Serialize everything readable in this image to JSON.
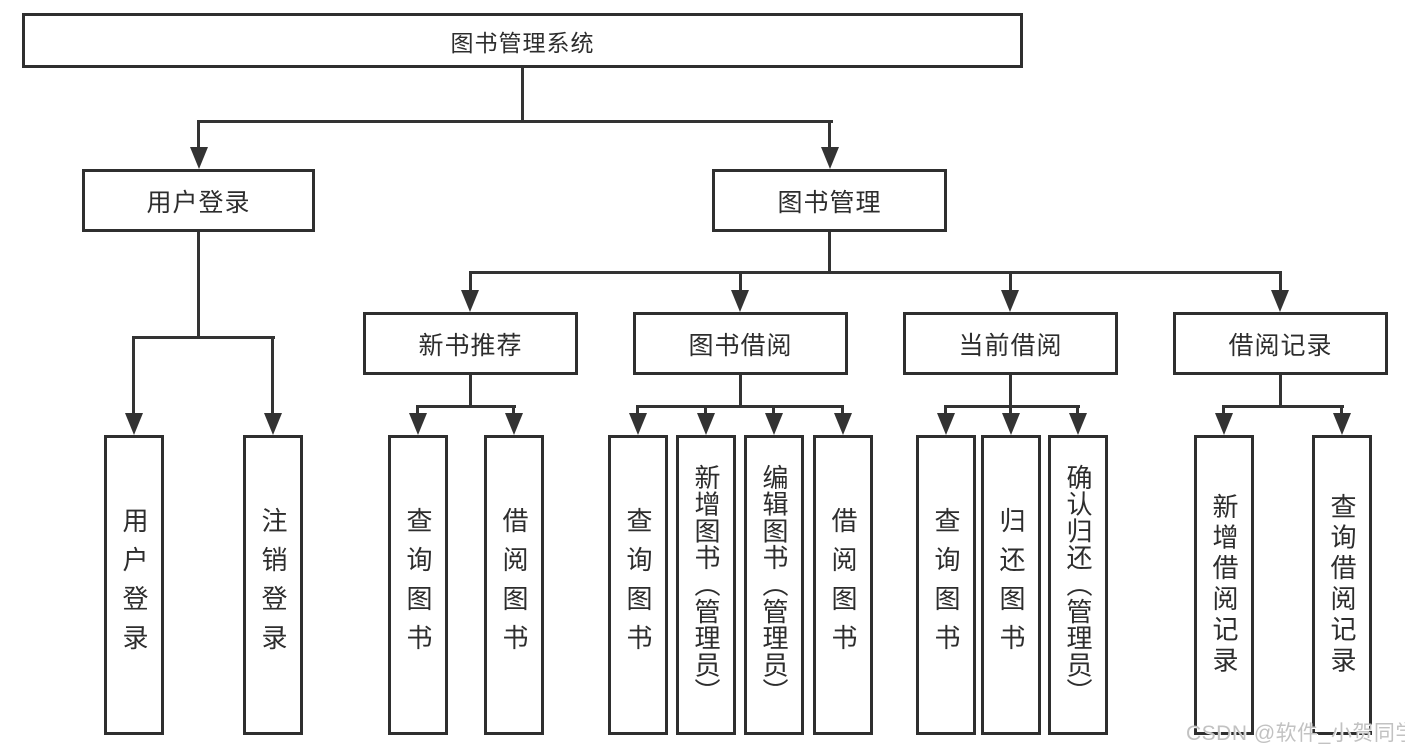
{
  "diagram": {
    "watermark": "CSDN @软件_小贺同学",
    "colors": {
      "line": "#333333",
      "box_border": "#2f2f2f",
      "text": "#2d2d2d",
      "background": "#ffffff",
      "watermark": "#c2c2c2"
    },
    "tree": {
      "label": "图书管理系统",
      "children": [
        {
          "label": "用户登录",
          "children": [
            {
              "label": "用户登录"
            },
            {
              "label": "注销登录"
            }
          ]
        },
        {
          "label": "图书管理",
          "children": [
            {
              "label": "新书推荐",
              "children": [
                {
                  "label": "查询图书"
                },
                {
                  "label": "借阅图书"
                }
              ]
            },
            {
              "label": "图书借阅",
              "children": [
                {
                  "label": "查询图书"
                },
                {
                  "label": "新增图书（管理员）"
                },
                {
                  "label": "编辑图书（管理员）"
                },
                {
                  "label": "借阅图书"
                }
              ]
            },
            {
              "label": "当前借阅",
              "children": [
                {
                  "label": "查询图书"
                },
                {
                  "label": "归还图书"
                },
                {
                  "label": "确认归还（管理员）"
                }
              ]
            },
            {
              "label": "借阅记录",
              "children": [
                {
                  "label": "新增借阅记录"
                },
                {
                  "label": "查询借阅记录"
                }
              ]
            }
          ]
        }
      ]
    }
  }
}
